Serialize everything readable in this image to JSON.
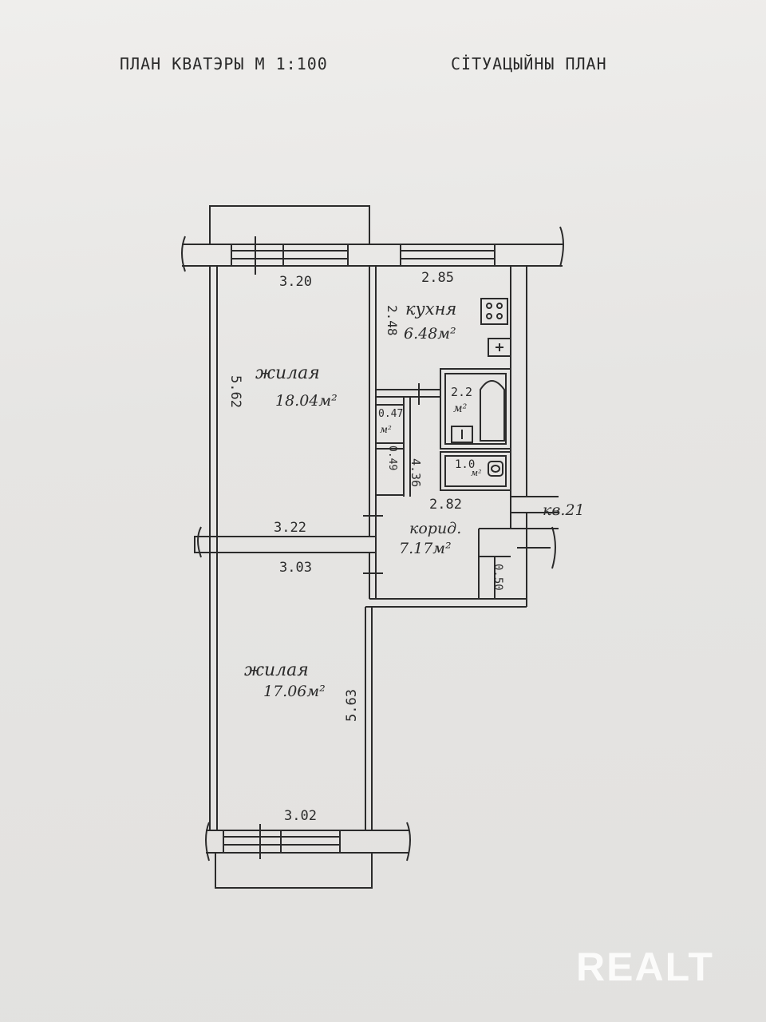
{
  "header": {
    "left_title": "ПЛАН КВАТЭРЫ  М  1:100",
    "right_title": "СİТУАЦЫЙНЫ ПЛАН"
  },
  "rooms": {
    "living1": {
      "name": "жилая",
      "area": "18.04м²"
    },
    "living2": {
      "name": "жилая",
      "area": "17.06м²"
    },
    "kitchen": {
      "name": "кухня",
      "area": "6.48м²"
    },
    "corridor": {
      "name": "корид.",
      "area": "7.17м²"
    },
    "bath": {
      "area": "2.2",
      "unit": "м²"
    },
    "wc": {
      "area": "1.0",
      "unit": "м²"
    },
    "closet1": {
      "area": "0.47",
      "unit": "м²"
    },
    "closet2": {
      "area": "0.49"
    }
  },
  "dimensions": {
    "d_320": "3.20",
    "d_285": "2.85",
    "d_562": "5.62",
    "d_248": "2.48",
    "d_436": "4.36",
    "d_282": "2.82",
    "d_322": "3.22",
    "d_303": "3.03",
    "d_050": "0.50",
    "d_563": "5.63",
    "d_302": "3.02"
  },
  "apartment_label": "кв.21",
  "watermark": "REALT"
}
